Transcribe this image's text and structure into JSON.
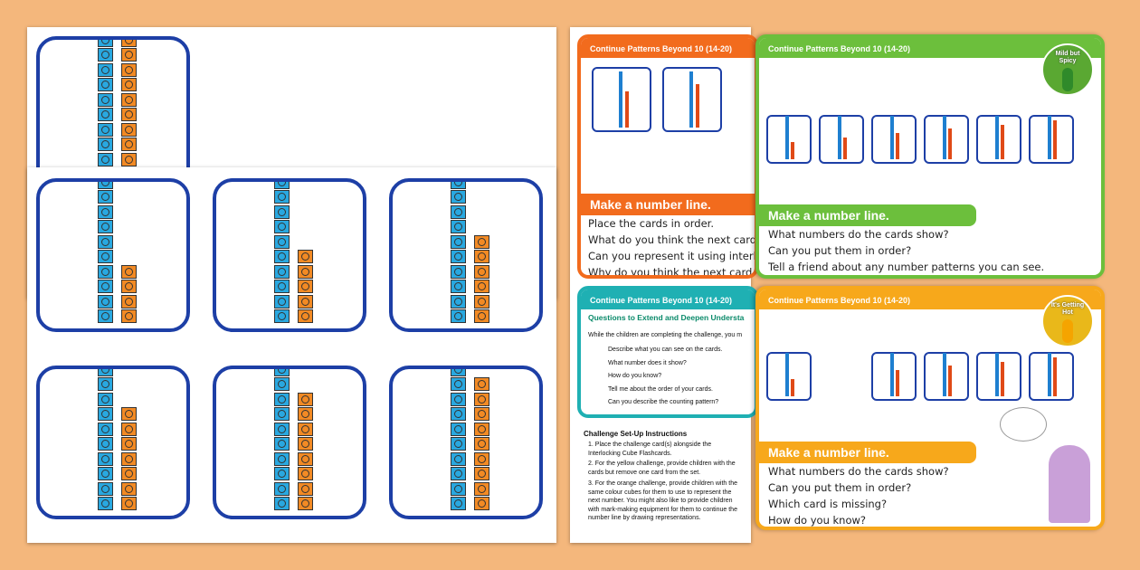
{
  "flashcards": {
    "top_card_orange": 10,
    "grid_orange": [
      4,
      5,
      6,
      7,
      8,
      9
    ],
    "blue": 10
  },
  "orange_card": {
    "header": "Continue Patterns Beyond 10 (14-20)",
    "banner": "Make a number line.",
    "questions": [
      "Place the cards in order.",
      "What do you think the next card wo",
      "Can you represent it using interlocki",
      "Why do you think the next card wou"
    ],
    "color": "#f26b1d"
  },
  "teal_box": {
    "header": "Continue Patterns Beyond 10 (14-20)",
    "title": "Questions to Extend and Deepen Understa",
    "intro": "While the children are completing the challenge, you m",
    "bullets": [
      "Describe what you can see on the cards.",
      "What number does it show?",
      "How do you know?",
      "Tell me about the order of your cards.",
      "Can you describe the counting pattern?"
    ],
    "color": "#1fb0b3"
  },
  "instructions": {
    "title": "Challenge Set-Up Instructions",
    "items": [
      "1. Place the challenge card(s) alongside the Interlocking Cube Flashcards.",
      "2. For the yellow challenge, provide children with the cards but remove one card from the set.",
      "3. For the orange challenge, provide children with the same colour cubes for them to use to represent the next number. You might also like to provide children with mark-making equipment for them to continue the number line by drawing representations."
    ]
  },
  "green_card": {
    "header": "Continue Patterns Beyond 10 (14-20)",
    "badge": "Mild but Spicy",
    "banner": "Make a number line.",
    "questions": [
      "What numbers do the cards show?",
      "Can you put them in order?",
      "Tell a friend about any number patterns you can see."
    ],
    "color": "#6cbf3c",
    "minis": [
      4,
      5,
      6,
      7,
      8,
      9
    ]
  },
  "yellow_card": {
    "header": "Continue Patterns Beyond 10 (14-20)",
    "badge": "It's Getting Hot",
    "banner": "Make a number line.",
    "questions": [
      "What numbers do the cards show?",
      "Can you put them in order?",
      "Which card is missing?",
      "How do you know?"
    ],
    "color": "#f7a81b",
    "minis": [
      4,
      null,
      6,
      7,
      8,
      9
    ]
  }
}
